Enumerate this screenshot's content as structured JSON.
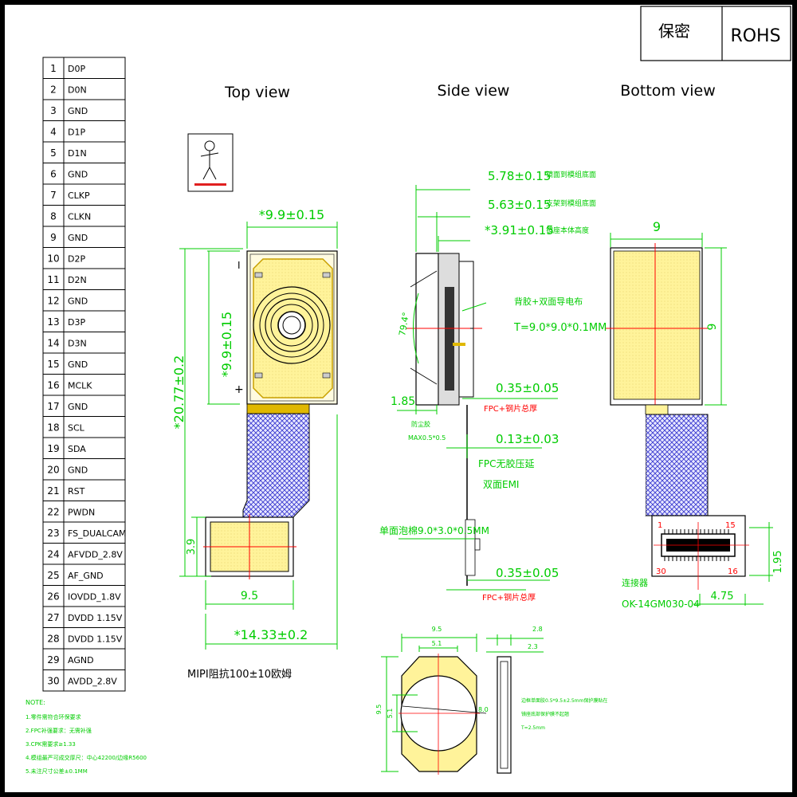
{
  "title_block": {
    "secret": "保密",
    "rohs": "ROHS"
  },
  "views": {
    "top": "Top view",
    "side": "Side view",
    "bottom": "Bottom view"
  },
  "pins": [
    {
      "n": "1",
      "name": "D0P"
    },
    {
      "n": "2",
      "name": "D0N"
    },
    {
      "n": "3",
      "name": "GND"
    },
    {
      "n": "4",
      "name": "D1P"
    },
    {
      "n": "5",
      "name": "D1N"
    },
    {
      "n": "6",
      "name": "GND"
    },
    {
      "n": "7",
      "name": "CLKP"
    },
    {
      "n": "8",
      "name": "CLKN"
    },
    {
      "n": "9",
      "name": "GND"
    },
    {
      "n": "10",
      "name": "D2P"
    },
    {
      "n": "11",
      "name": "D2N"
    },
    {
      "n": "12",
      "name": "GND"
    },
    {
      "n": "13",
      "name": "D3P"
    },
    {
      "n": "14",
      "name": "D3N"
    },
    {
      "n": "15",
      "name": "GND"
    },
    {
      "n": "16",
      "name": "MCLK"
    },
    {
      "n": "17",
      "name": "GND"
    },
    {
      "n": "18",
      "name": "SCL"
    },
    {
      "n": "19",
      "name": "SDA"
    },
    {
      "n": "20",
      "name": "GND"
    },
    {
      "n": "21",
      "name": "RST"
    },
    {
      "n": "22",
      "name": "PWDN"
    },
    {
      "n": "23",
      "name": "FS_DUALCAM"
    },
    {
      "n": "24",
      "name": "AFVDD_2.8V"
    },
    {
      "n": "25",
      "name": "AF_GND"
    },
    {
      "n": "26",
      "name": "IOVDD_1.8V"
    },
    {
      "n": "27",
      "name": "DVDD 1.15V"
    },
    {
      "n": "28",
      "name": "DVDD 1.15V"
    },
    {
      "n": "29",
      "name": "AGND"
    },
    {
      "n": "30",
      "name": "AVDD_2.8V"
    }
  ],
  "notes": {
    "heading": "NOTE:",
    "lines": [
      "1.零件需符合环保要求",
      "2.FPC补强要求：无需补强",
      "3.CPK需要求≥1.33",
      "4.模组最严可成交厚尺：中心42200/边缘R5600",
      "5.未注尺寸公差±0.1MM"
    ]
  },
  "top_view": {
    "dim_width": "*9.9±0.15",
    "dim_height": "*9.9±0.15",
    "dim_total": "*20.77±0.2",
    "dim_conn_h": "3.9",
    "dim_conn_w": "9.5",
    "dim_total_w": "*14.33±0.2",
    "mipi": "MIPI阻抗100±10欧姆",
    "plus": "+",
    "minus": "I"
  },
  "side_view": {
    "dim1": "5.78±0.15",
    "dim1_note": "镜面到模组底面",
    "dim2": "5.63±0.15",
    "dim2_note": "支架到模组底面",
    "dim3": "*3.91±0.15",
    "dim3_note": "镜座本体高度",
    "tape": "背胶+双面导电布",
    "tape_spec": "T=9.0*9.0*0.1MM",
    "angle": "79.4°",
    "dim_185": "1.85",
    "side_conn": "防尘胶",
    "side_conn_spec": "MAX0.5*0.5",
    "stiff1": "0.35±0.05",
    "stiff1_note": "FPC+钢片总厚",
    "fpc": "0.13±0.03",
    "fpc_note1": "FPC无胶压延",
    "fpc_note2": "双面EMI",
    "foam": "单面泡棉9.0*3.0*0.5MM",
    "stiff2": "0.35±0.05",
    "stiff2_note": "FPC+钢片总厚"
  },
  "bottom_view": {
    "dim_w": "9",
    "dim_h": "9",
    "pin1": "1",
    "pin15": "15",
    "pin30": "30",
    "pin16": "16",
    "dim_195": "1.95",
    "dim_475": "4.75",
    "conn_label": "连接器",
    "conn_part": "OK-14GM030-04"
  },
  "holder": {
    "dim_95_top": "9.5",
    "dim_51": "5.1",
    "dim_95_left": "9.5",
    "dim_51_left": "5.1",
    "dim_80": "8.0",
    "dim_28": "2.8",
    "dim_23": "2.3",
    "note1": "边框单面胶0.5*9.5±2.5mm保护膜贴在",
    "note2": "镜座底部保护膜不起翘",
    "note3": "T=2.5mm"
  },
  "colors": {
    "green": "#00cc00",
    "red": "#ff0000",
    "yellow": "#fff39a",
    "blue": "#3a3ad0",
    "gold": "#e0b800"
  }
}
